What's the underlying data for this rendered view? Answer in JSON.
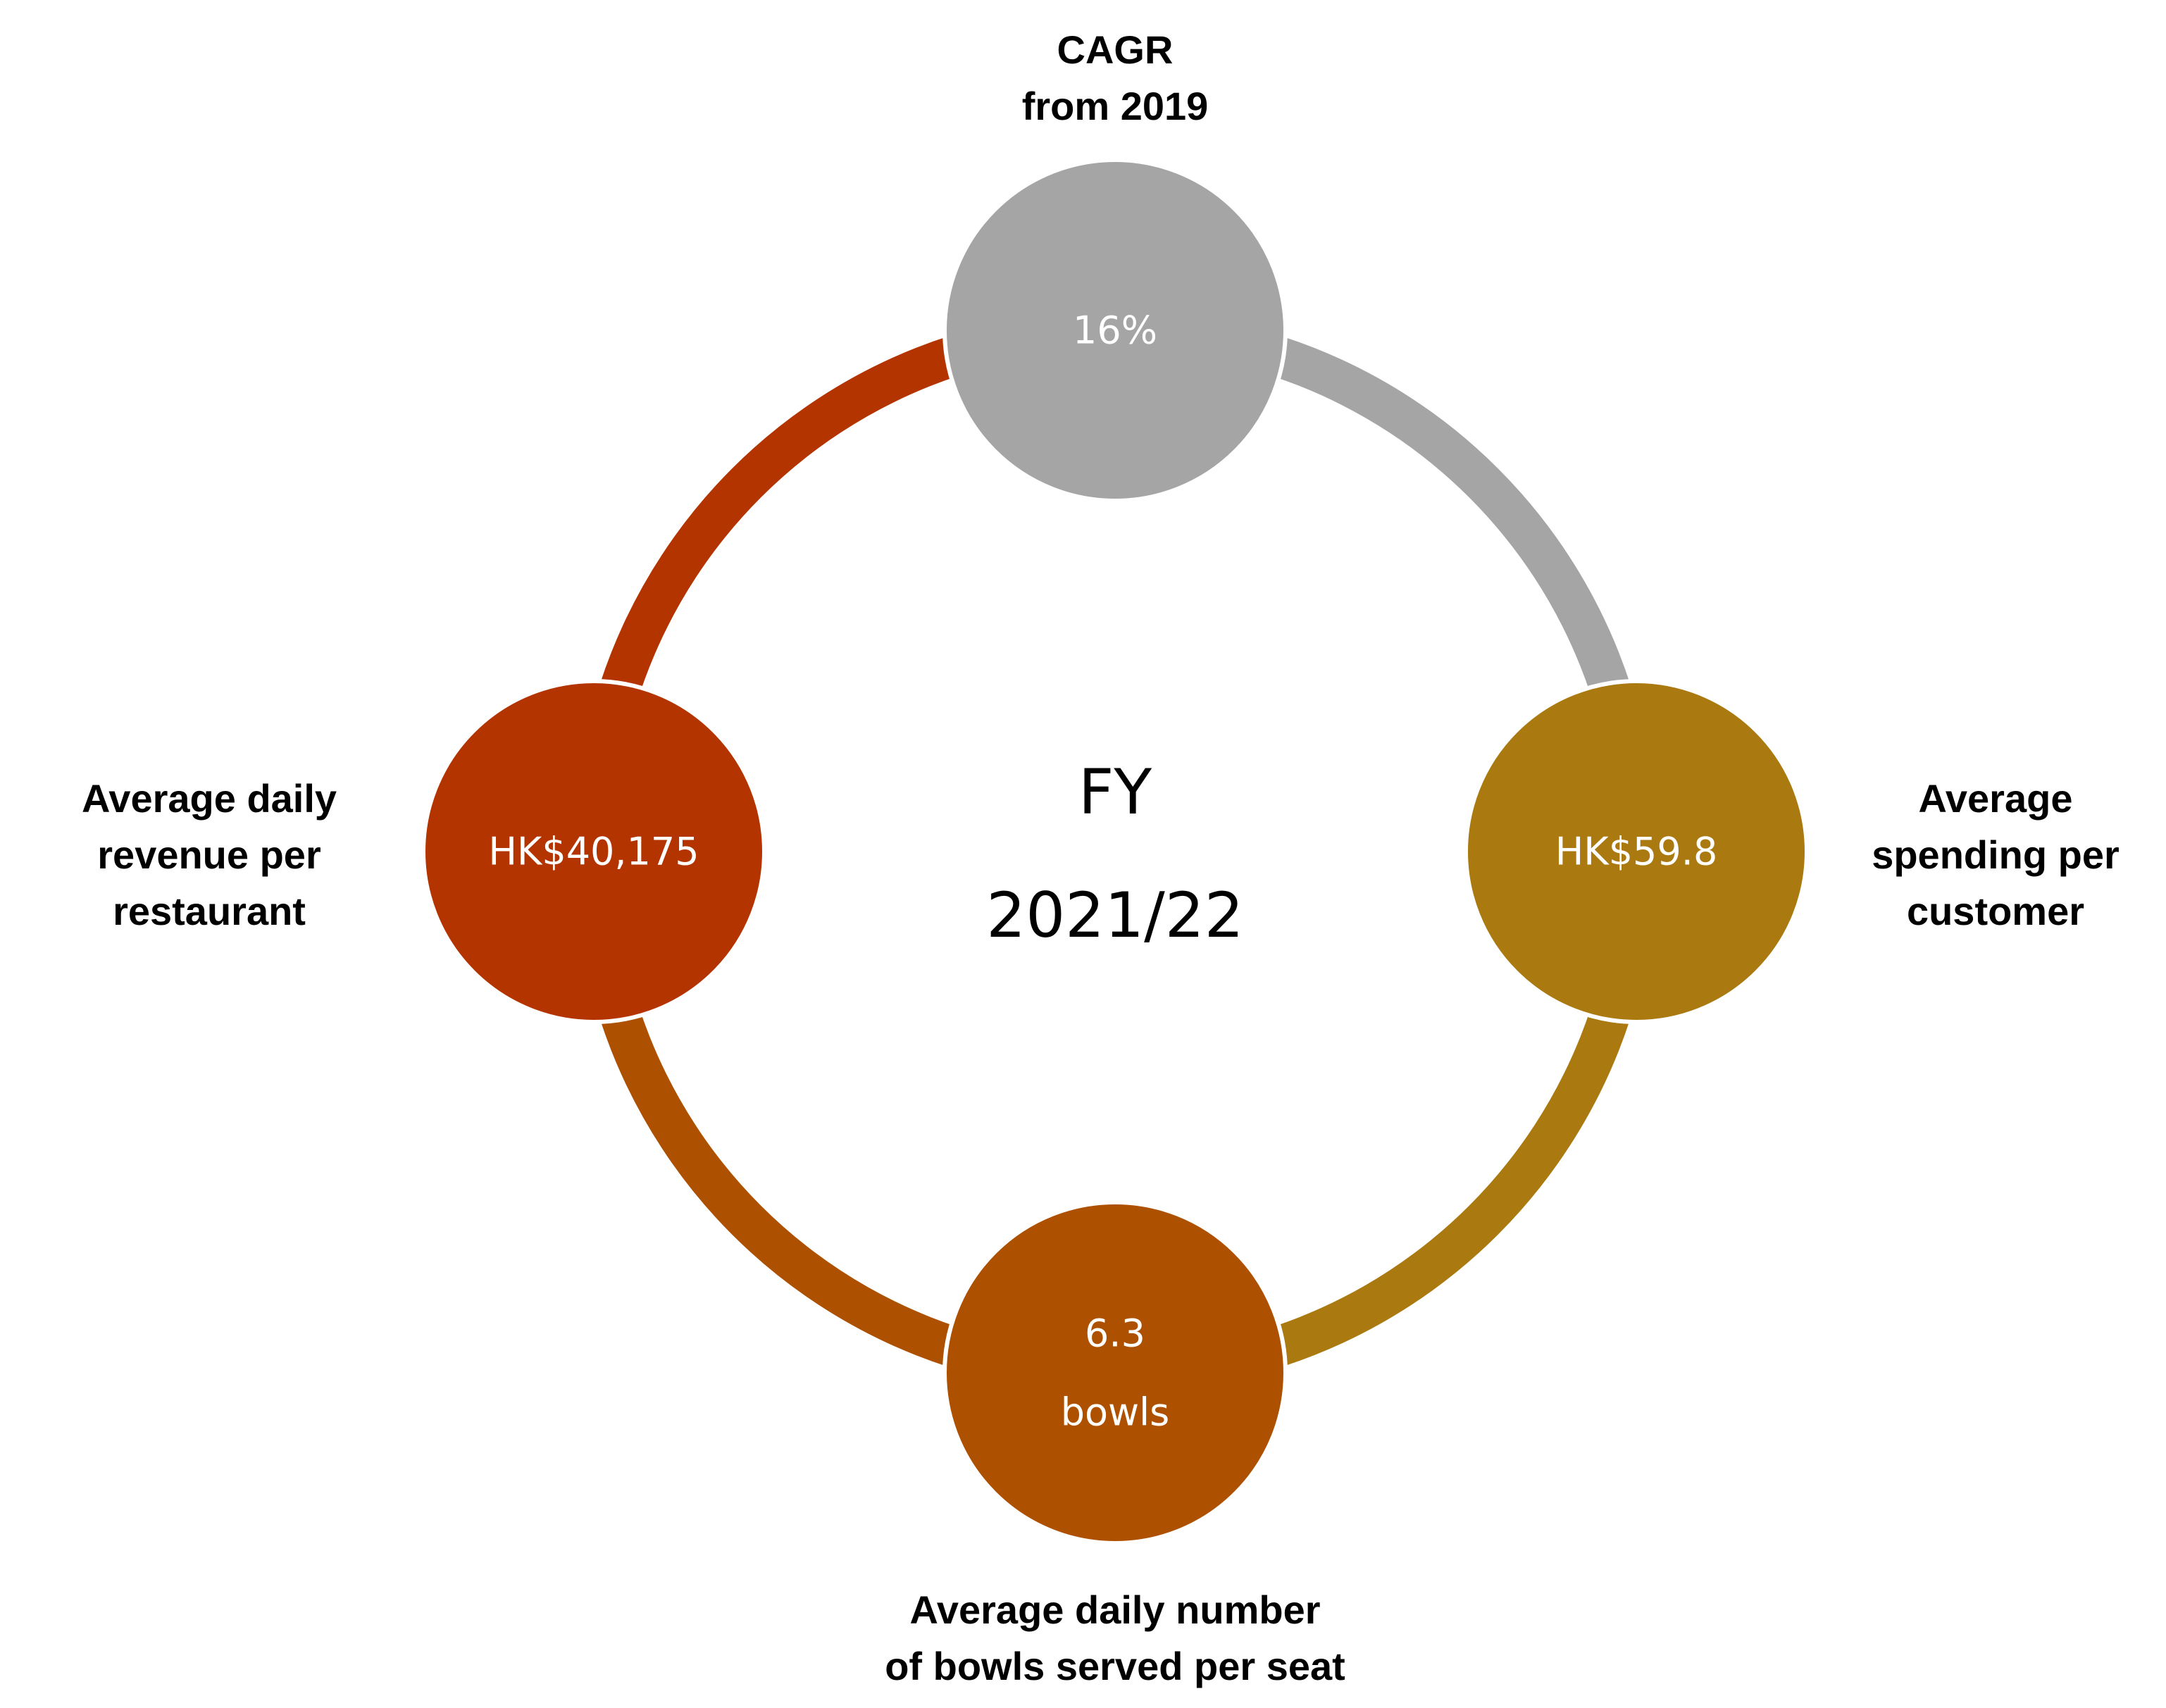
{
  "center": {
    "line1": "FY",
    "line2": "2021/22"
  },
  "nodes": [
    {
      "id": "cagr",
      "value_lines": [
        "16%"
      ],
      "label_lines": [
        "CAGR",
        "from 2019"
      ],
      "color": "#A5A5A5"
    },
    {
      "id": "spending",
      "value_lines": [
        "HK$59.8"
      ],
      "label_lines": [
        "Average",
        "spending per",
        "customer"
      ],
      "color": "#AA7910"
    },
    {
      "id": "bowls",
      "value_lines": [
        "6.3",
        "bowls"
      ],
      "label_lines": [
        "Average daily number",
        "of bowls served per seat"
      ],
      "color": "#AD5100"
    },
    {
      "id": "revenue",
      "value_lines": [
        "HK$40,175"
      ],
      "label_lines": [
        "Average daily",
        "revenue per",
        "restaurant"
      ],
      "color": "#B43400"
    }
  ],
  "arcs": [
    {
      "from": "cagr",
      "to": "spending",
      "color": "#A5A5A5"
    },
    {
      "from": "spending",
      "to": "bowls",
      "color": "#AA7910"
    },
    {
      "from": "bowls",
      "to": "revenue",
      "color": "#AD5100"
    },
    {
      "from": "revenue",
      "to": "cagr",
      "color": "#B43400"
    }
  ]
}
